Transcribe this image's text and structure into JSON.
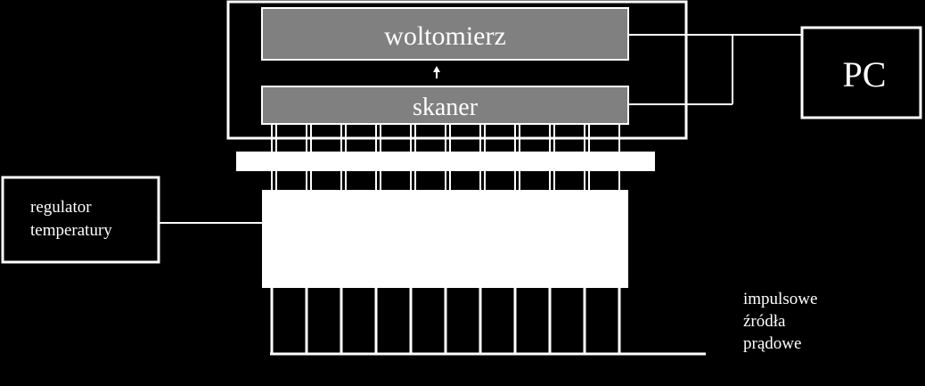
{
  "diagram": {
    "voltmeter_label": "woltomierz",
    "scanner_label": "skaner",
    "pc_label": "PC",
    "temperature_controller_label": [
      "regulator",
      "temperatury"
    ],
    "current_sources_label": [
      "impulsowe",
      "źródła",
      "prądowe"
    ]
  },
  "colors": {
    "background": "#000000",
    "line": "#ffffff",
    "module_fill": "#808080",
    "module_text": "#ffffff",
    "text": "#ffffff"
  }
}
